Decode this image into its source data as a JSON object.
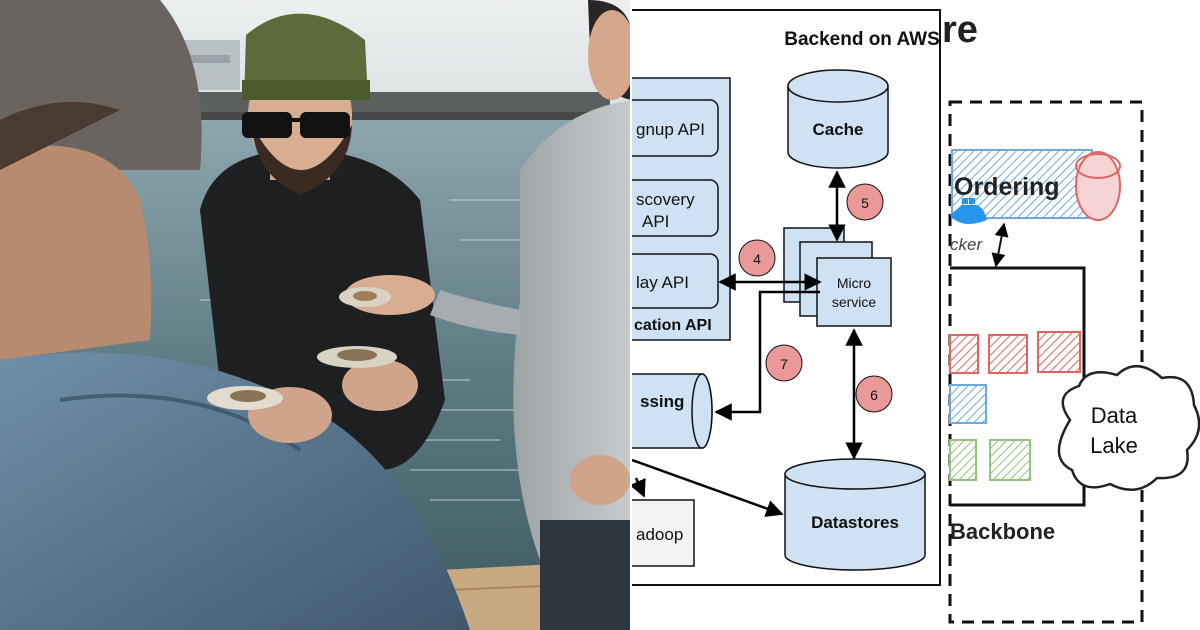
{
  "aws": {
    "title": "Backend on AWS",
    "application_api_label": "cation API",
    "apis": [
      "gnup API",
      "scovery",
      "API",
      "lay API"
    ],
    "cache": "Cache",
    "micro": [
      "Micro",
      "service"
    ],
    "processing": "ssing",
    "hadoop": "adoop",
    "datastores": "Datastores",
    "steps": [
      "4",
      "5",
      "6",
      "7"
    ]
  },
  "backbone": {
    "title_fragment": "re",
    "ordering": "Ordering",
    "docker_fragment": "cker",
    "data_lake": [
      "Data",
      "Lake"
    ],
    "label": "Backbone"
  },
  "colors": {
    "box_fill": "#cfe2f3",
    "step_badge": "#ea9999",
    "hatch_red": "#e06666",
    "hatch_blue": "#6fa8dc",
    "hatch_green": "#93c47d"
  }
}
